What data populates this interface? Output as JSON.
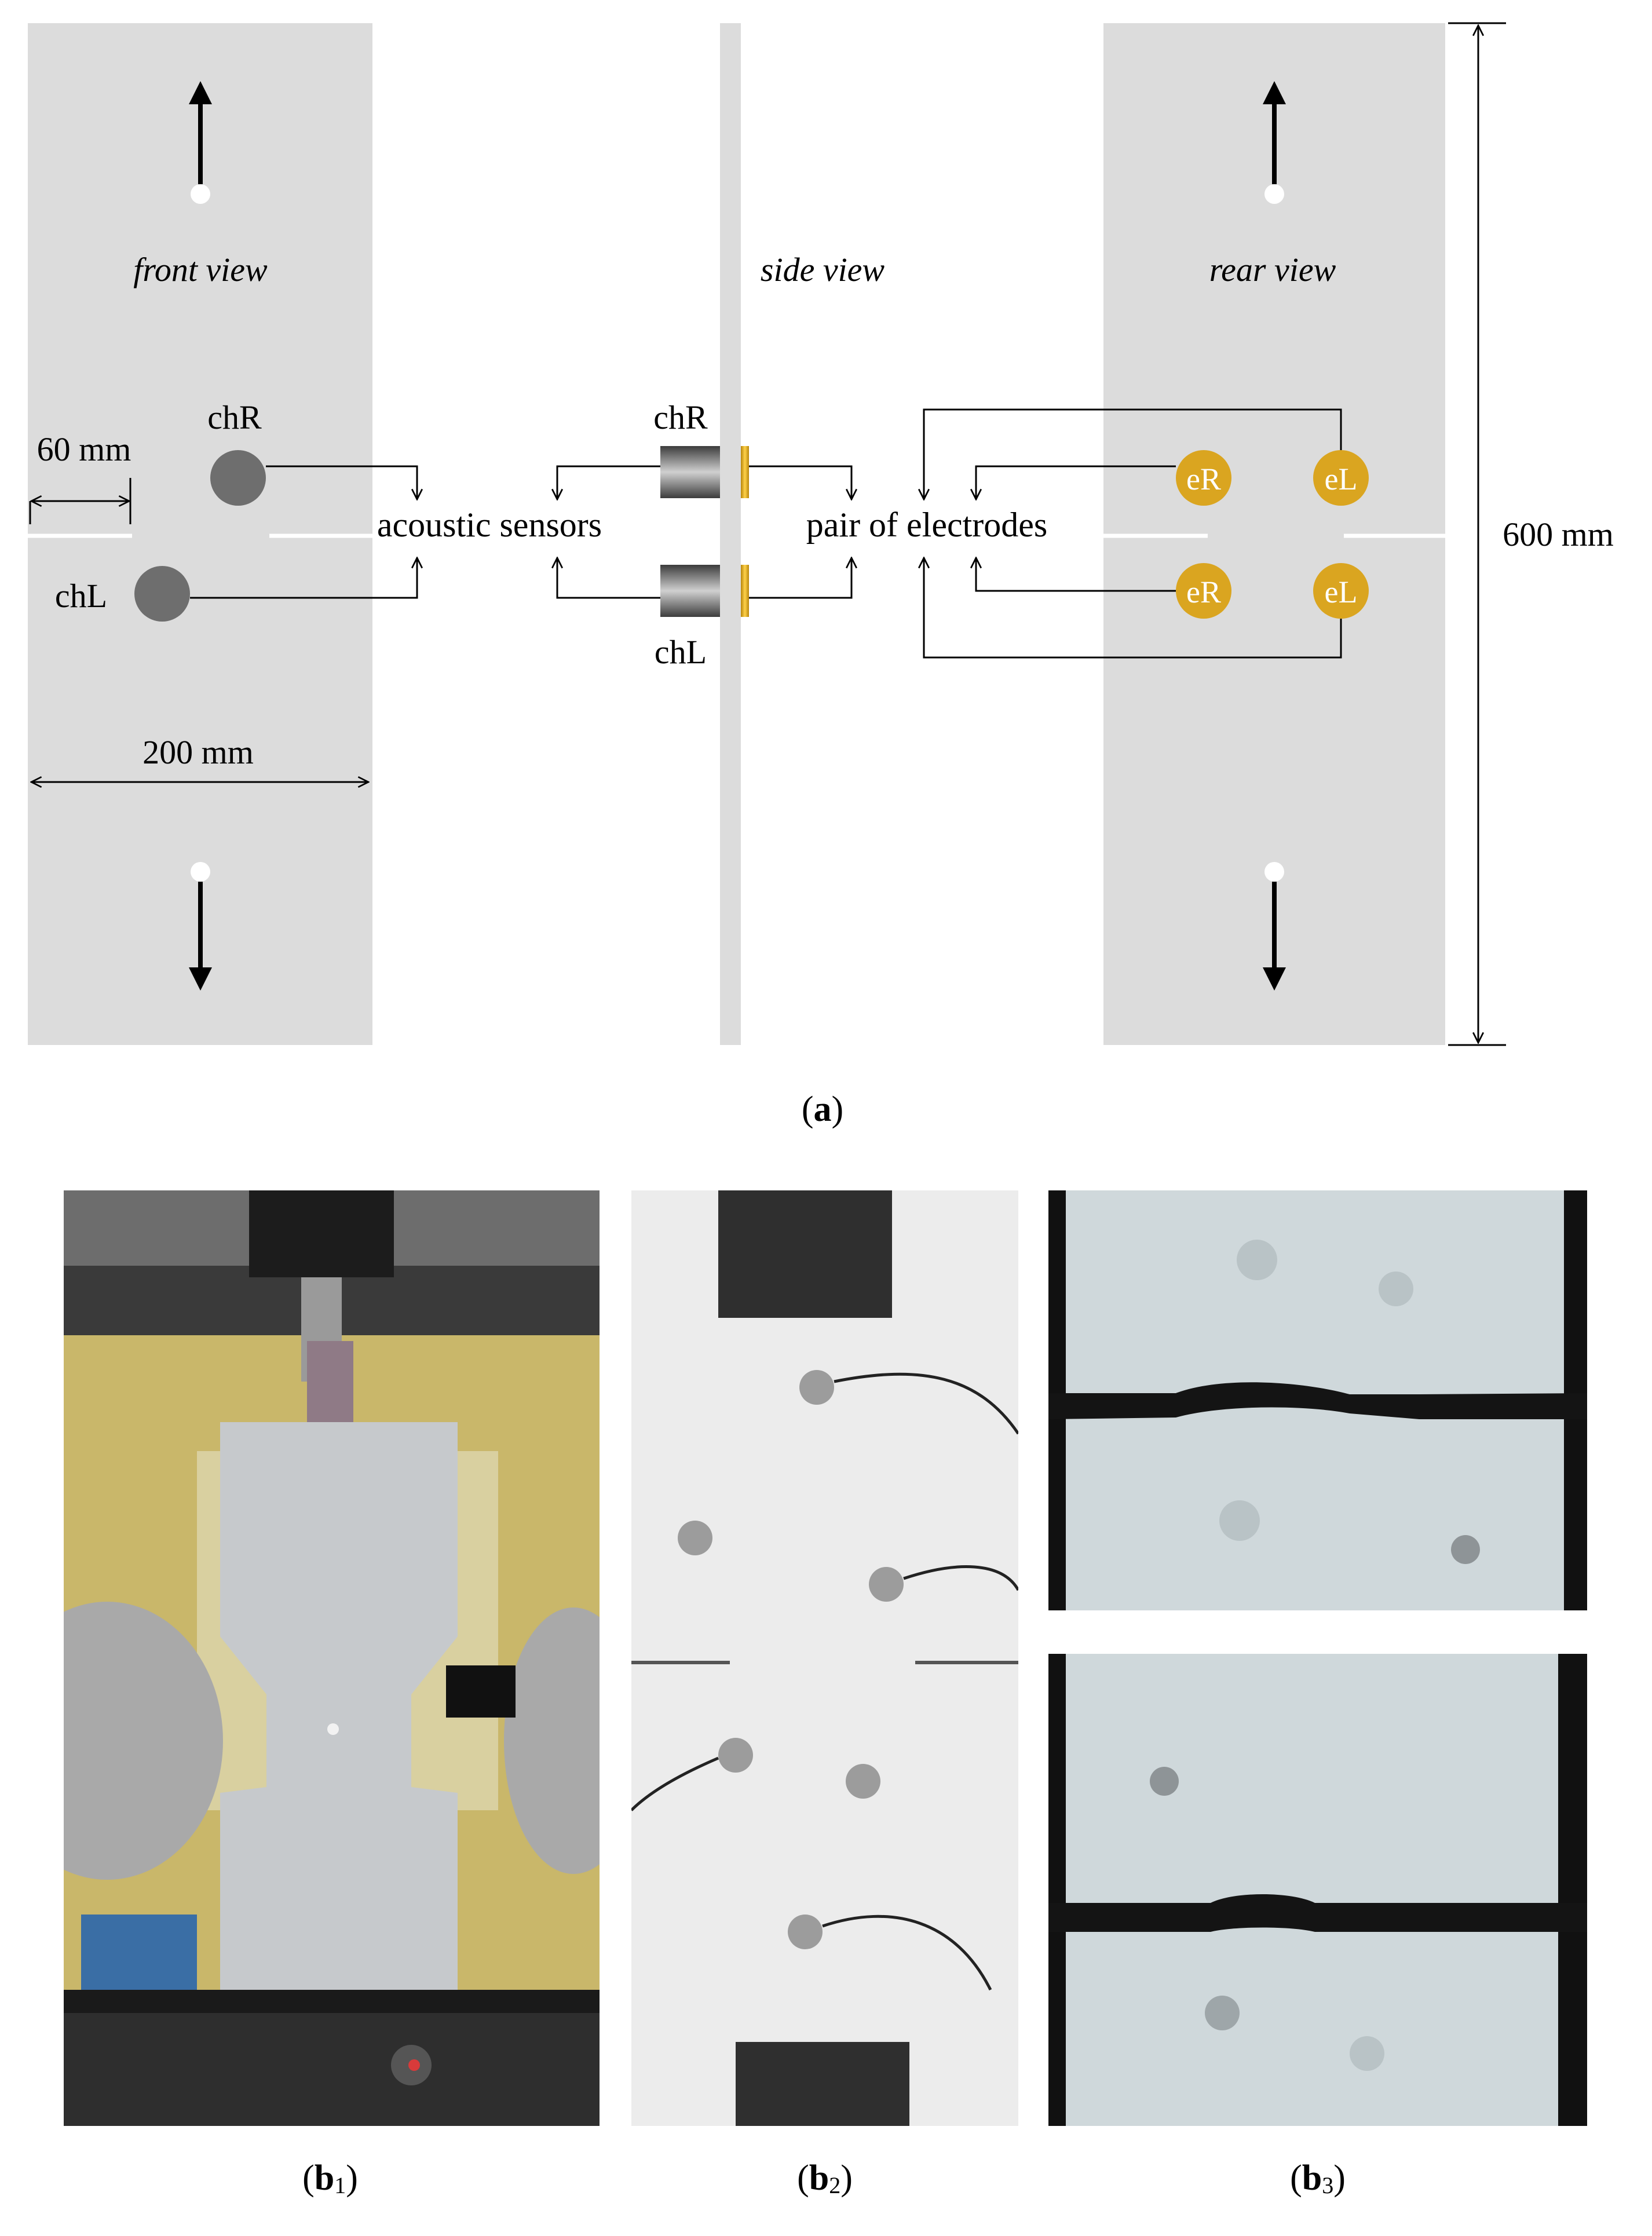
{
  "panel_a": {
    "views": {
      "front": "front view",
      "side": "side view",
      "rear": "rear view"
    },
    "labels": {
      "chR": "chR",
      "chL": "chL",
      "eR": "eR",
      "eL": "eL",
      "acoustic_sensors": "acoustic sensors",
      "pair_of_electrodes": "pair of electrodes"
    },
    "dimensions": {
      "notch_offset": "60 mm",
      "width": "200 mm",
      "height": "600 mm"
    },
    "colors": {
      "specimen": "#dcdcdc",
      "sensor": "#6e6e6e",
      "electrode": "#daa520"
    },
    "caption": {
      "letter": "a"
    }
  },
  "panel_b": {
    "captions": [
      {
        "letter": "b",
        "sub": "1"
      },
      {
        "letter": "b",
        "sub": "2"
      },
      {
        "letter": "b",
        "sub": "3"
      }
    ]
  }
}
